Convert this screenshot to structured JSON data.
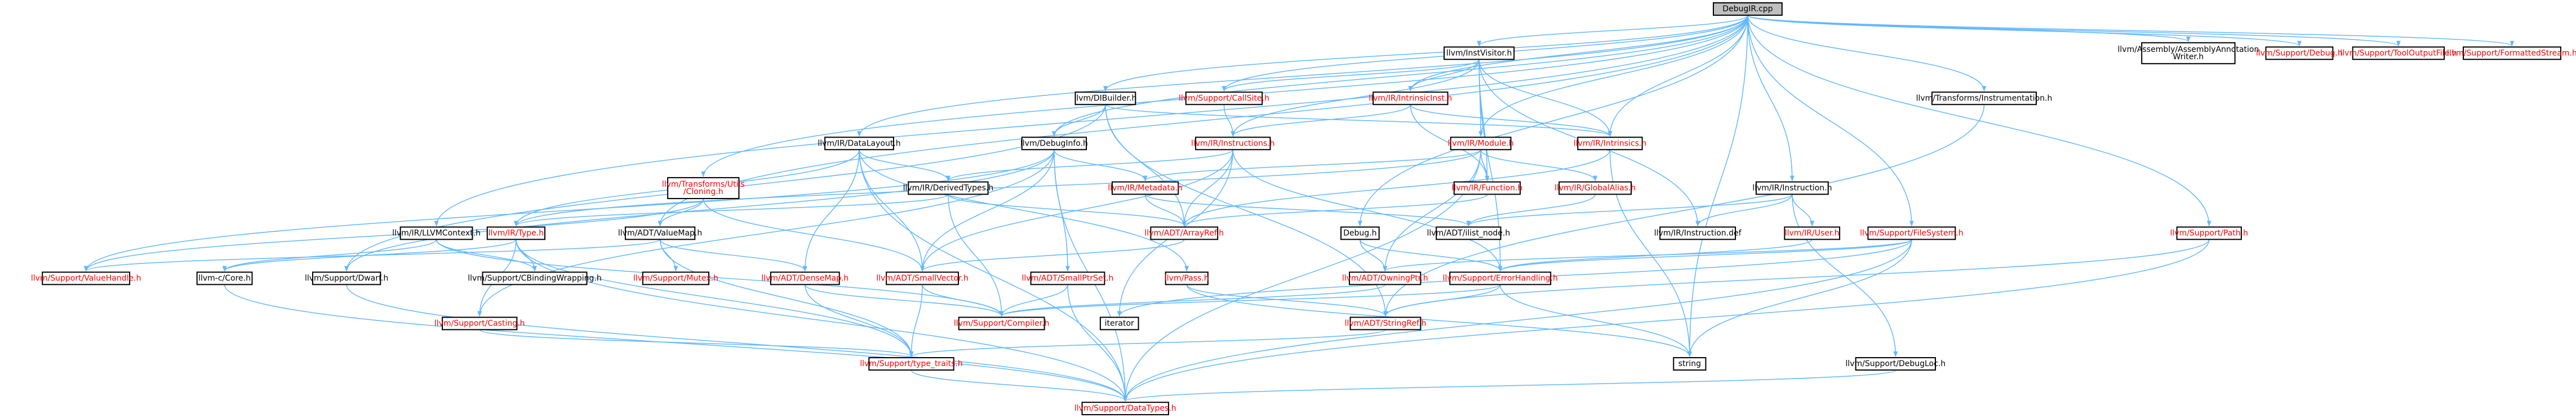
{
  "colors": {
    "edge": "#63b8ff",
    "root_fill": "#bfbfbf",
    "linked_text": "#ff0000",
    "plain_text": "#000000"
  },
  "root": "DebugIR.cpp",
  "nodes": {
    "root": [
      "DebugIR.cpp"
    ],
    "instvisitor": [
      "llvm/InstVisitor.h"
    ],
    "dibuilder": [
      "llvm/DIBuilder.h"
    ],
    "callsite": [
      "llvm/Support/CallSite.h"
    ],
    "intrinsicinst": [
      "llvm/IR/IntrinsicInst.h"
    ],
    "irmodule": [
      "llvm/IR/Module.h"
    ],
    "irintrinsics": [
      "llvm/IR/Intrinsics.h"
    ],
    "asmwriter": [
      "llvm/Assembly/AssemblyAnnotation",
      "Writer.h"
    ],
    "supdebug": [
      "llvm/Support/Debug.h"
    ],
    "tooloutput": [
      "llvm/Support/ToolOutputFile.h"
    ],
    "formatted": [
      "llvm/Support/FormattedStream.h"
    ],
    "instrumentation": [
      "llvm/Transforms/Instrumentation.h"
    ],
    "datalayout": [
      "llvm/IR/DataLayout.h"
    ],
    "debuginfo": [
      "llvm/DebugInfo.h"
    ],
    "instructions": [
      "llvm/IR/Instructions.h"
    ],
    "irinstruction": [
      "llvm/IR/Instruction.h"
    ],
    "cloning": [
      "llvm/Transforms/Utils",
      "/Cloning.h"
    ],
    "derivedtypes": [
      "llvm/IR/DerivedTypes.h"
    ],
    "metadata": [
      "llvm/IR/Metadata.h"
    ],
    "irfunction": [
      "llvm/IR/Function.h"
    ],
    "globalalias": [
      "llvm/IR/GlobalAlias.h"
    ],
    "irllvmcontext": [
      "llvm/IR/LLVMContext.h"
    ],
    "irtype": [
      "llvm/IR/Type.h"
    ],
    "valuemap": [
      "llvm/ADT/ValueMap.h"
    ],
    "arrayref": [
      "llvm/ADT/ArrayRef.h"
    ],
    "ilistnode": [
      "llvm/ADT/ilist_node.h"
    ],
    "instdef": [
      "llvm/IR/Instruction.def"
    ],
    "iruser": [
      "llvm/IR/User.h"
    ],
    "filesystem": [
      "llvm/Support/FileSystem.h"
    ],
    "path": [
      "llvm/Support/Path.h"
    ],
    "debugh": [
      "Debug.h"
    ],
    "valuehandle": [
      "llvm/Support/ValueHandle.h"
    ],
    "ccore": [
      "llvm-c/Core.h"
    ],
    "dwarf": [
      "llvm/Support/Dwarf.h"
    ],
    "cbinding": [
      "llvm/Support/CBindingWrapping.h"
    ],
    "mutex": [
      "llvm/Support/Mutex.h"
    ],
    "densemap": [
      "llvm/ADT/DenseMap.h"
    ],
    "smallvector": [
      "llvm/ADT/SmallVector.h"
    ],
    "smallptrset": [
      "llvm/ADT/SmallPtrSet.h"
    ],
    "pass": [
      "llvm/Pass.h"
    ],
    "owningptr": [
      "llvm/ADT/OwningPtr.h"
    ],
    "errorhandling": [
      "llvm/Support/ErrorHandling.h"
    ],
    "casting": [
      "llvm/Support/Casting.h"
    ],
    "compiler": [
      "llvm/Support/Compiler.h"
    ],
    "iterator": [
      "iterator"
    ],
    "stringref": [
      "llvm/ADT/StringRef.h"
    ],
    "typetraits": [
      "llvm/Support/type_traits.h"
    ],
    "string": [
      "string"
    ],
    "debugloc": [
      "llvm/Support/DebugLoc.h"
    ],
    "datatypes": [
      "llvm/Support/DataTypes.h"
    ]
  }
}
